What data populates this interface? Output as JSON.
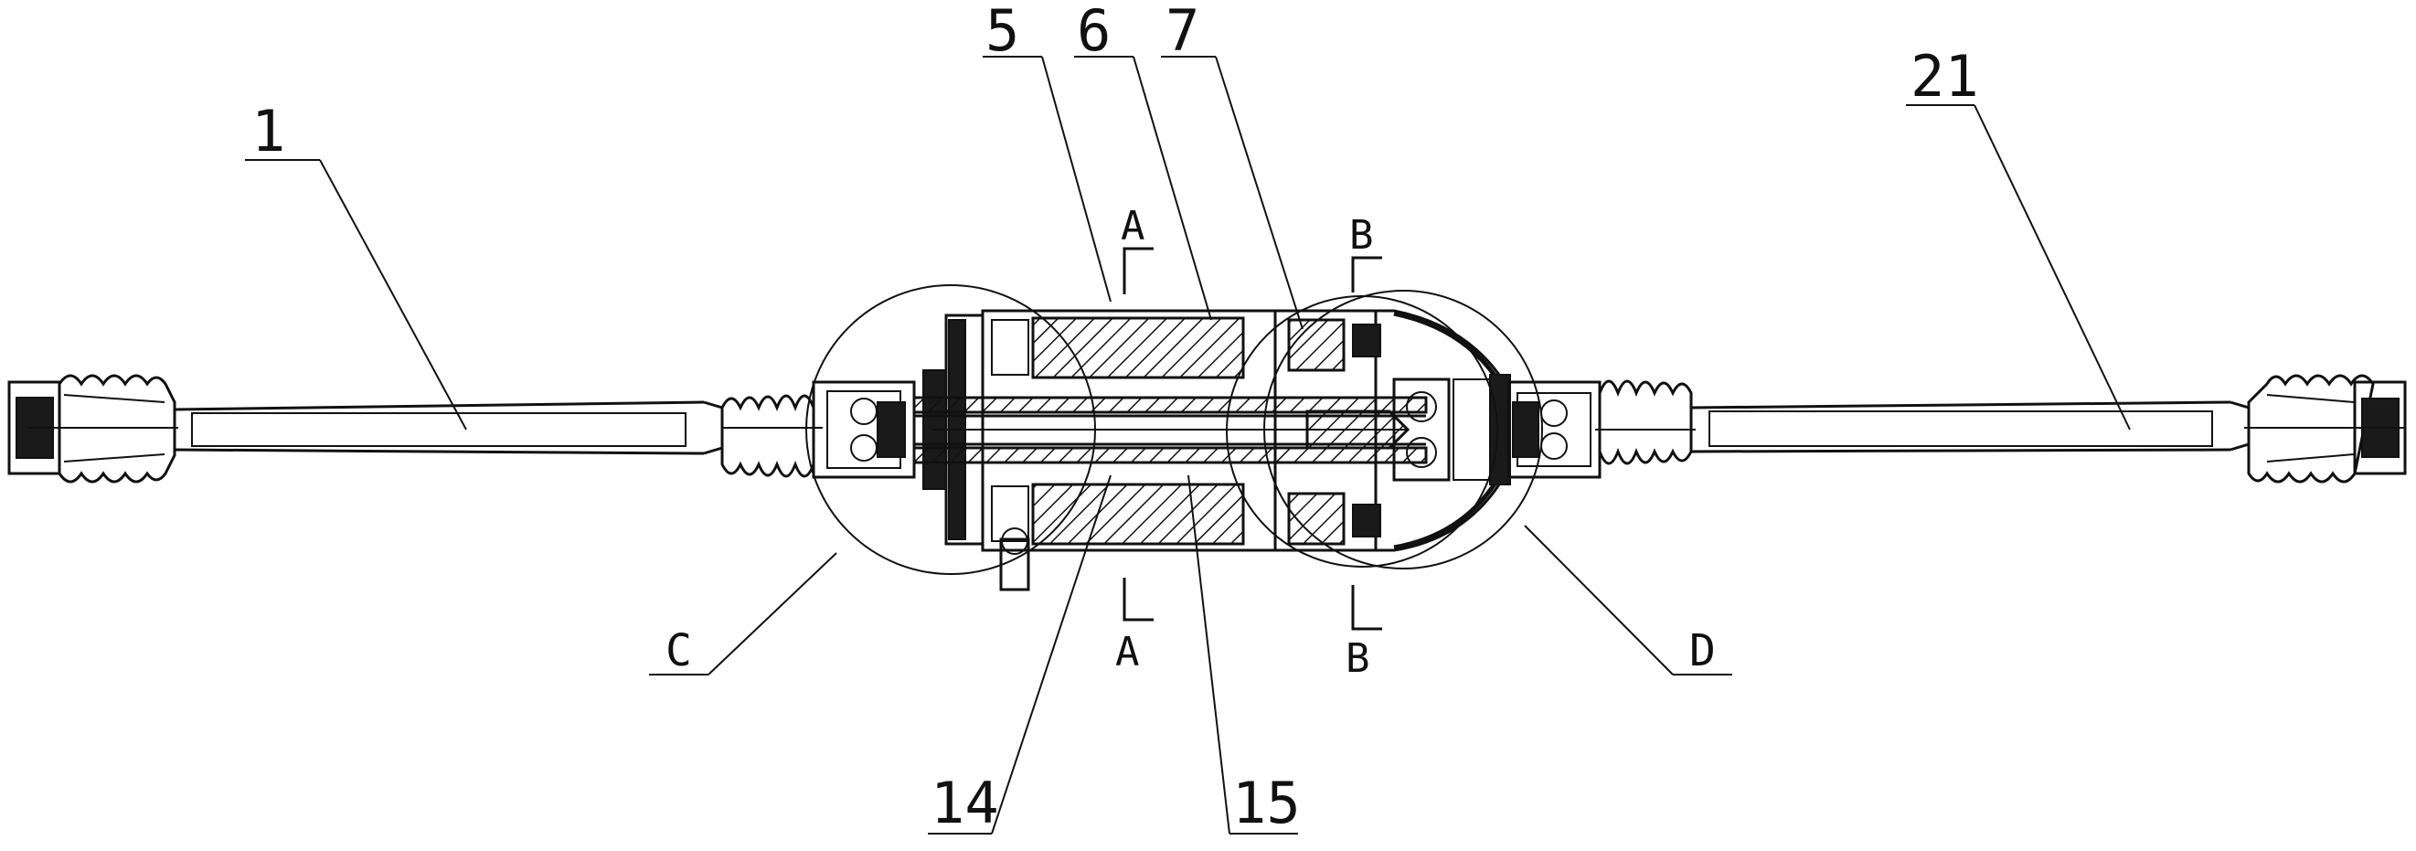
{
  "labels": {
    "part_1": "1",
    "part_5": "5",
    "part_6": "6",
    "part_7": "7",
    "part_14": "14",
    "part_15": "15",
    "part_21": "21",
    "section_a_top": "A",
    "section_a_bottom": "A",
    "section_b_top": "B",
    "section_b_bottom": "B",
    "detail_c": "C",
    "detail_d": "D"
  },
  "colors": {
    "ink": "#111111",
    "background": "#ffffff"
  }
}
